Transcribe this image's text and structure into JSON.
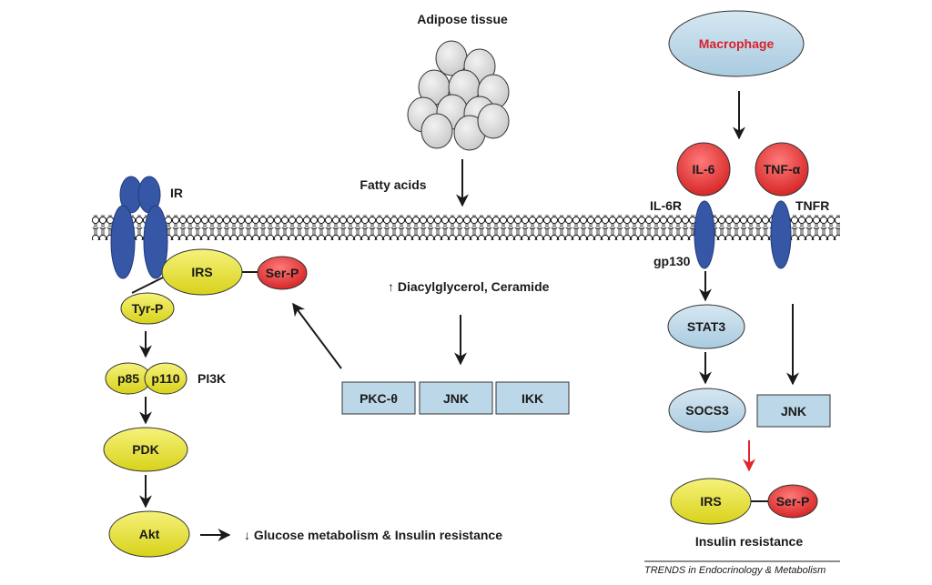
{
  "sources": {
    "adipose_tissue": "Adipose tissue",
    "macrophage": "Macrophage",
    "fatty_acids": "Fatty acids"
  },
  "receptors": {
    "ir": "IR",
    "il6r": "IL-6R",
    "tnfr": "TNFR",
    "gp130": "gp130"
  },
  "cytokines": {
    "il6": "IL-6",
    "tnf": "TNF-α"
  },
  "left_pathway": {
    "irs": "IRS",
    "ser_p": "Ser-P",
    "tyr_p": "Tyr-P",
    "p85": "p85",
    "p110": "p110",
    "pi3k": "PI3K",
    "pdk": "PDK",
    "akt": "Akt",
    "outcome": "↓ Glucose metabolism & Insulin resistance"
  },
  "middle_pathway": {
    "lipids": "↑ Diacylglycerol, Ceramide",
    "kinases": [
      "PKC-θ",
      "JNK",
      "IKK"
    ]
  },
  "right_pathway": {
    "stat3": "STAT3",
    "socs3": "SOCS3",
    "jnk": "JNK",
    "irs": "IRS",
    "ser_p": "Ser-P",
    "outcome": "Insulin resistance"
  },
  "footer": "TRENDS in Endocrinology & Metabolism",
  "colors": {
    "yellow_node": "#e8e23a",
    "red_node": "#e02f2f",
    "blue_node": "#bcd7e8",
    "receptor_blue": "#3656a6",
    "cell_gray": "#d9d9d9",
    "red_arrow": "#e0262b"
  }
}
